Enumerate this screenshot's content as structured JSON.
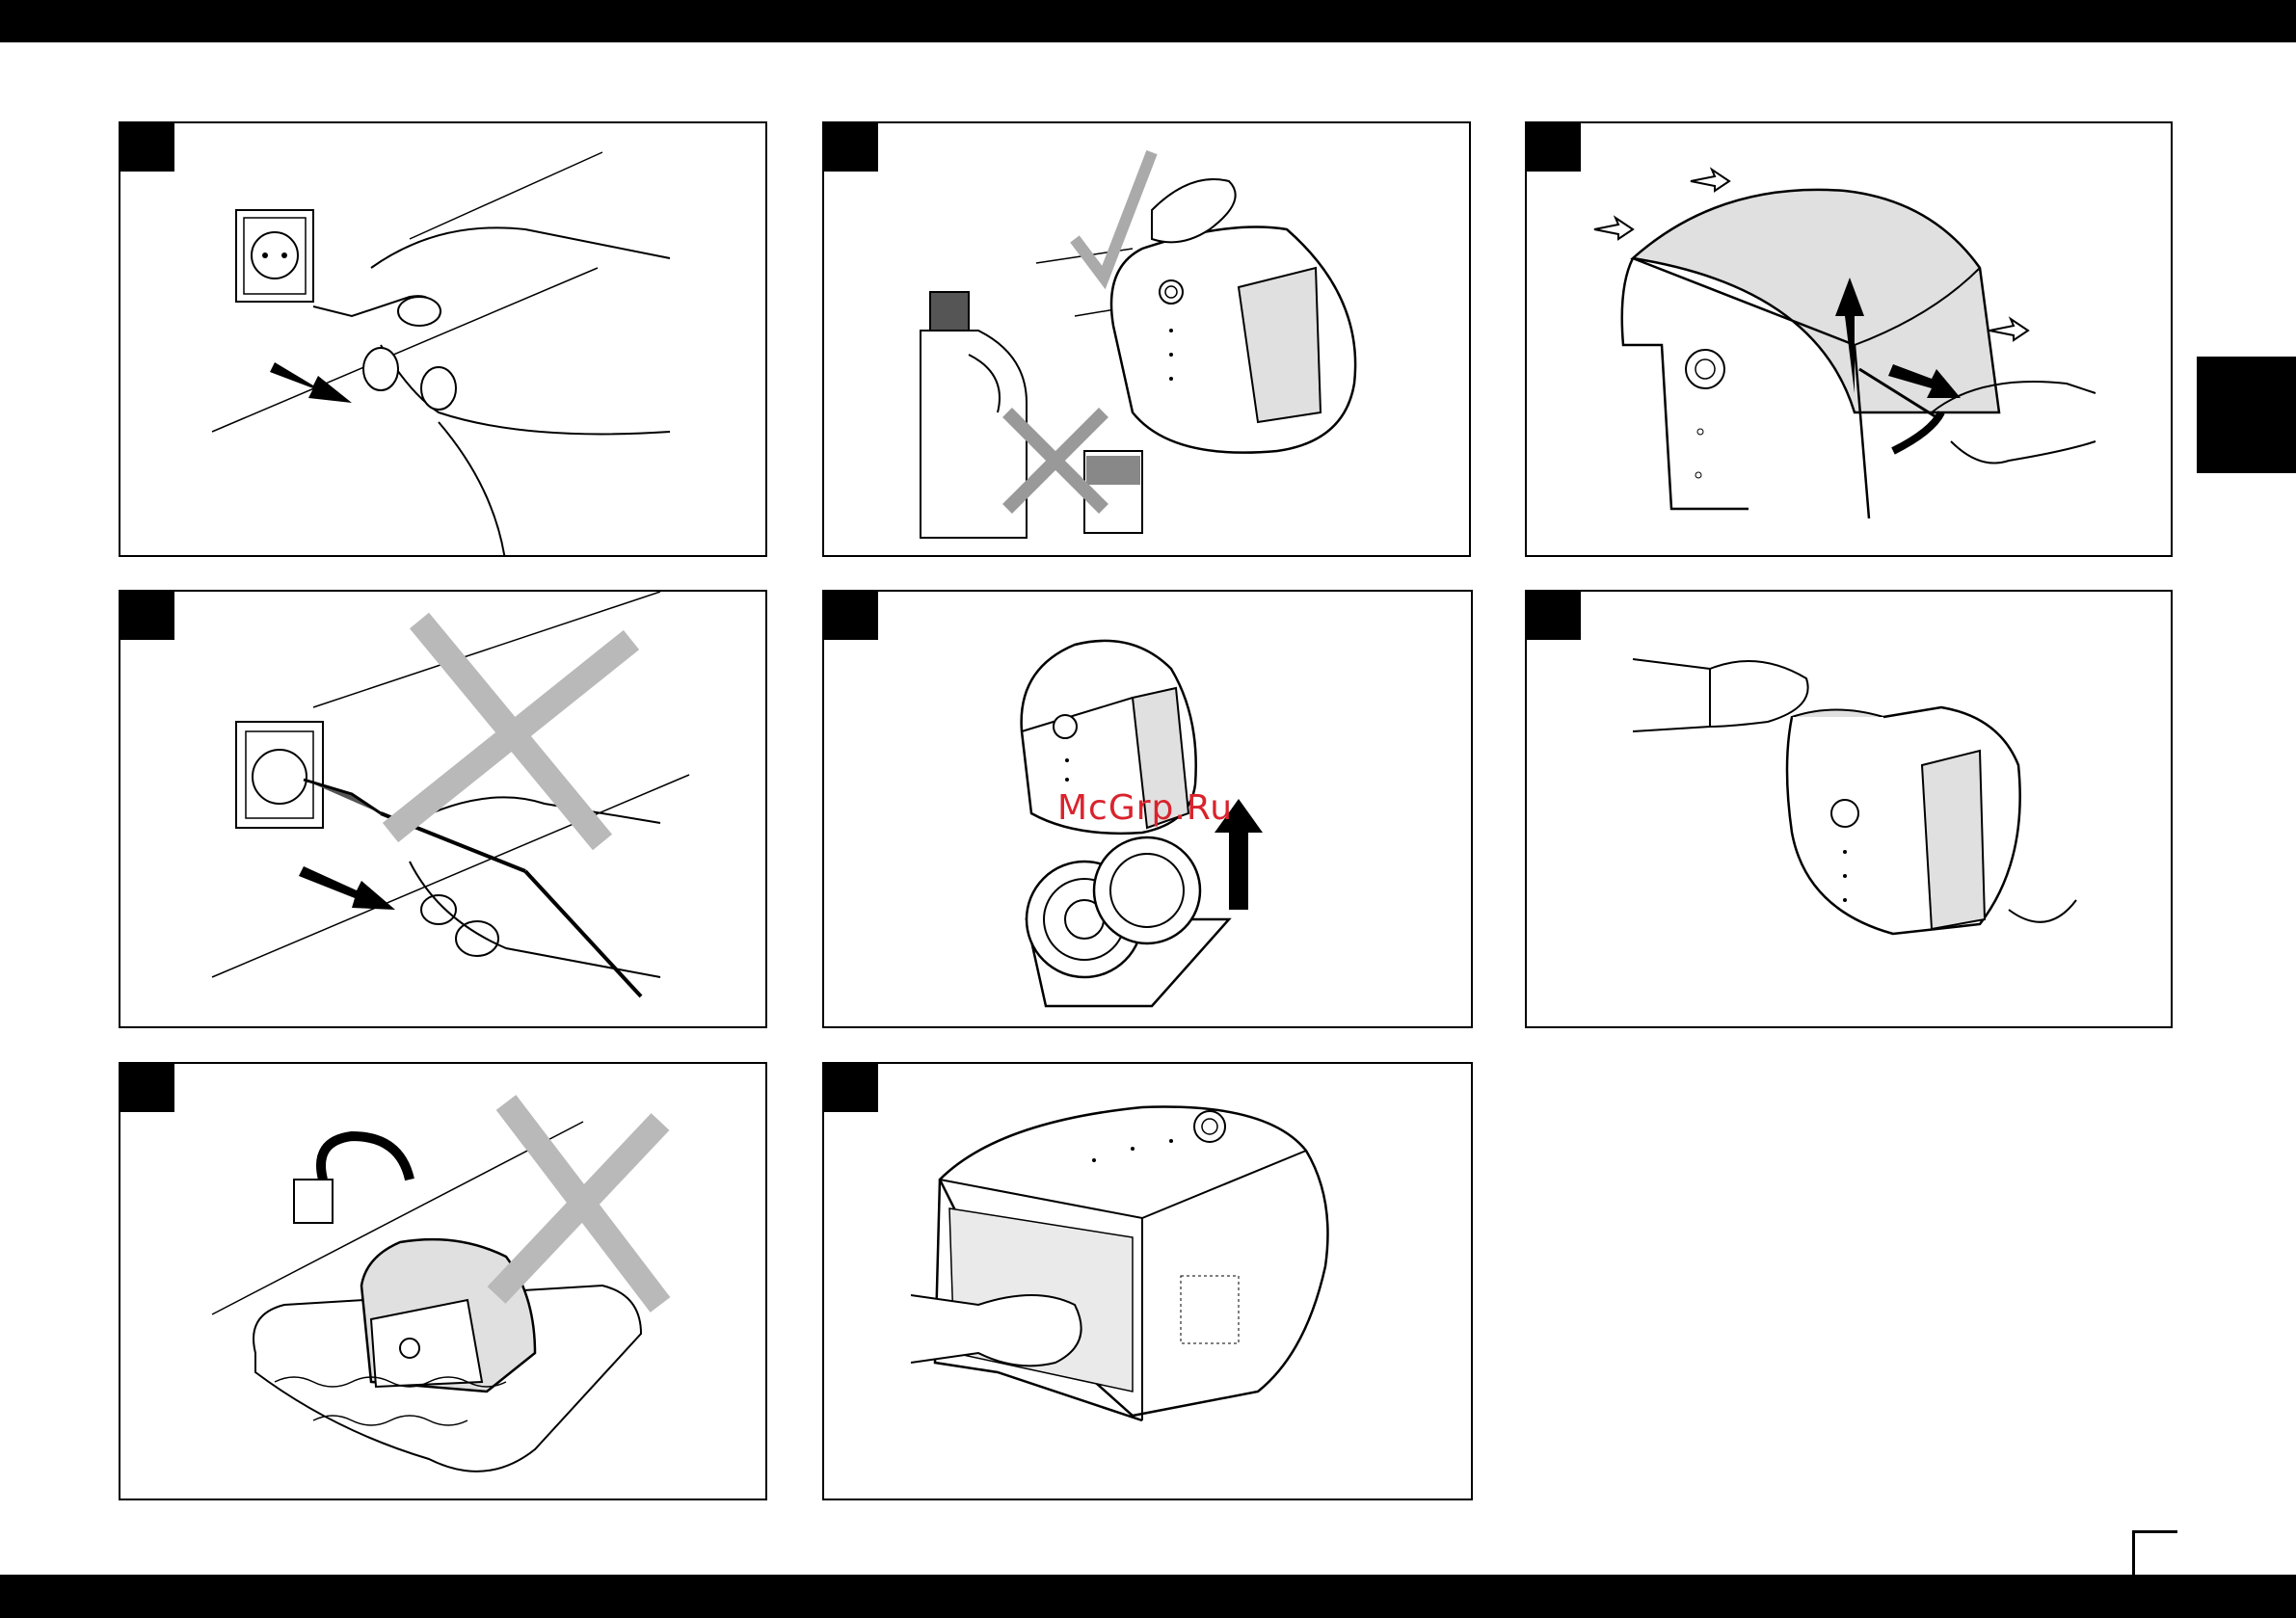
{
  "watermark": {
    "text": "McGrp.Ru"
  },
  "colors": {
    "ink": "#000000",
    "light_grey": "#e0e0e0",
    "cross_grey": "#b9b9b9",
    "watermark_red": "#d9232d"
  },
  "panels": [
    {
      "id": 1,
      "scene": "unplug-power-cord",
      "marker": "black-square"
    },
    {
      "id": 2,
      "scene": "hand-on-device-no-chemicals",
      "marker": "black-square"
    },
    {
      "id": 3,
      "scene": "remove-top-cover-with-screwdriver",
      "marker": "black-square"
    },
    {
      "id": 4,
      "scene": "do-not-pull-by-cord",
      "marker": "black-square"
    },
    {
      "id": 5,
      "scene": "lift-out-evaporator-discs",
      "marker": "black-square"
    },
    {
      "id": 6,
      "scene": "place-top-on-unit",
      "marker": "black-square"
    },
    {
      "id": 7,
      "scene": "do-not-immerse-in-water",
      "marker": "black-square"
    },
    {
      "id": 8,
      "scene": "clean-inside-housing",
      "marker": "black-square"
    }
  ]
}
